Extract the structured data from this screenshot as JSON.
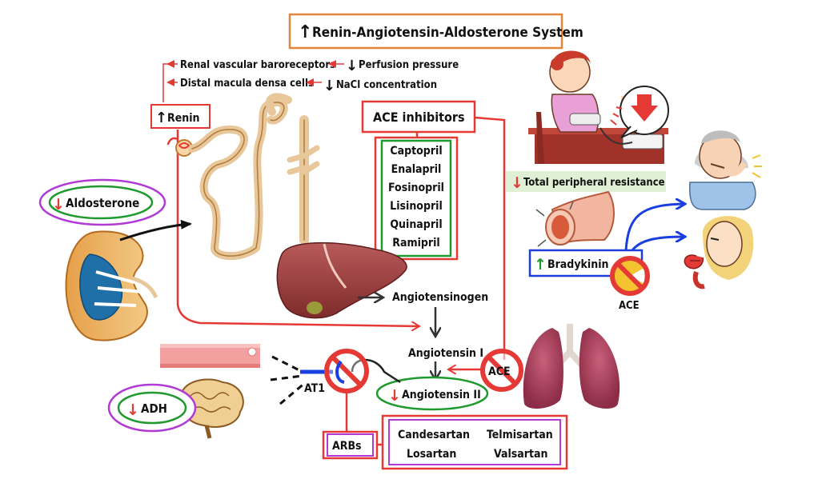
{
  "title": "Renin-Angiotensin-Aldosterone System",
  "top_notes": {
    "line1_left": "Renal vascular baroreceptors",
    "line1_right": "Perfusion pressure",
    "line2_left": "Distal macula densa cells",
    "line2_right": "NaCl  concentration"
  },
  "renin": "Renin",
  "ace_inhibitors": {
    "label": "ACE inhibitors",
    "drugs": [
      "Captopril",
      "Enalapril",
      "Fosinopril",
      "Lisinopril",
      "Quinapril",
      "Ramipril"
    ]
  },
  "aldosterone": "Aldosterone",
  "adh": "ADH",
  "tpr": "Total peripheral resistance",
  "bradykinin": "Bradykinin",
  "ace_small": "ACE",
  "ace_lung": "ACE",
  "angiotensinogen": "Angiotensinogen",
  "angiotensin1": "Angiotensin I",
  "angiotensin2": "Angiotensin II",
  "at1": "AT1",
  "arbs": {
    "label": "ARBs",
    "drugs": [
      "Candesartan",
      "Telmisartan",
      "Losartan",
      "Valsartan"
    ]
  },
  "colors": {
    "red": "#e53935",
    "green": "#1f9a2e",
    "purple": "#b13ad6",
    "orange": "#e0873a",
    "blue": "#1a3fe0"
  }
}
